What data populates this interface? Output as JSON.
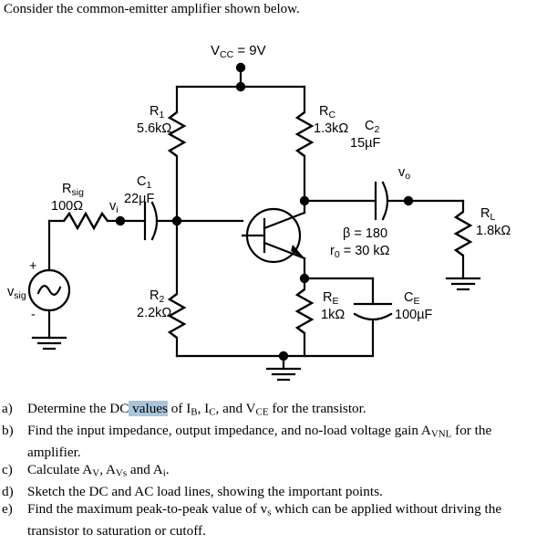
{
  "document": {
    "intro": "Consider the common-emitter amplifier shown below."
  },
  "circuit": {
    "title": "common-emitter amplifier schematic",
    "supply": {
      "name": "VCC",
      "label": "V",
      "sub": "CC",
      "value": "= 9V",
      "full": "VCC = 9V"
    },
    "components": [
      {
        "id": "R1",
        "name": "R",
        "sub": "1",
        "value": "5.6kΩ",
        "type": "resistor"
      },
      {
        "id": "R2",
        "name": "R",
        "sub": "2",
        "value": "2.2kΩ",
        "type": "resistor"
      },
      {
        "id": "RC",
        "name": "R",
        "sub": "C",
        "value": "1.3kΩ",
        "type": "resistor"
      },
      {
        "id": "RE",
        "name": "R",
        "sub": "E",
        "value": "1kΩ",
        "type": "resistor"
      },
      {
        "id": "RL",
        "name": "R",
        "sub": "L",
        "value": "1.8kΩ",
        "type": "resistor"
      },
      {
        "id": "Rsig",
        "name": "R",
        "sub": "sig",
        "value": "100Ω",
        "type": "resistor"
      },
      {
        "id": "C1",
        "name": "C",
        "sub": "1",
        "value": "22µF",
        "type": "capacitor"
      },
      {
        "id": "C2",
        "name": "C",
        "sub": "2",
        "value": "15µF",
        "type": "capacitor"
      },
      {
        "id": "CE",
        "name": "C",
        "sub": "E",
        "value": "100µF",
        "type": "capacitor"
      }
    ],
    "transistor": {
      "type": "npn",
      "beta_label": "β = 180",
      "ro_label_name": "r",
      "ro_label_sub": "0",
      "ro_label_value": "= 30 kΩ"
    },
    "nodes": [
      {
        "id": "vi",
        "name": "v",
        "sub": "i"
      },
      {
        "id": "vo",
        "name": "v",
        "sub": "o"
      },
      {
        "id": "vsig",
        "name": "v",
        "sub": "sig"
      }
    ],
    "source": {
      "name": "v",
      "sub": "sig",
      "plus": "+",
      "minus": "-",
      "symbol": "sine-source"
    }
  },
  "questions": [
    {
      "marker": "a)",
      "parts": [
        {
          "t": "Determine the DC",
          "sel": false
        },
        {
          "t": " values",
          "sel": true
        },
        {
          "t": " of I",
          "sel": false
        },
        {
          "t": "B",
          "sub": true
        },
        {
          "t": ", I",
          "sel": false
        },
        {
          "t": "C",
          "sub": true
        },
        {
          "t": ", and V",
          "sel": false
        },
        {
          "t": "CE",
          "sub": true
        },
        {
          "t": " for the transistor.",
          "sel": false
        }
      ],
      "plain": "Determine the DC values of IB, IC, and VCE for the transistor."
    },
    {
      "marker": "b)",
      "parts": [
        {
          "t": "Find the input impedance, output impedance, and no-load voltage gain A",
          "sel": false
        },
        {
          "t": "VNL",
          "sub": true
        },
        {
          "t": " for the amplifier.",
          "sel": false
        }
      ],
      "plain": "Find the input impedance, output impedance, and no-load voltage gain AVNL for the amplifier."
    },
    {
      "marker": "c)",
      "parts": [
        {
          "t": "Calculate A",
          "sel": false
        },
        {
          "t": "V",
          "sub": true
        },
        {
          "t": ", A",
          "sel": false
        },
        {
          "t": "Vs",
          "sub": true
        },
        {
          "t": " and A",
          "sel": false
        },
        {
          "t": "i",
          "sub": true
        },
        {
          "t": ".",
          "sel": false
        }
      ],
      "plain": "Calculate AV, AVs and Ai."
    },
    {
      "marker": "d)",
      "parts": [
        {
          "t": "Sketch the DC and AC load lines, showing the important points.",
          "sel": false
        }
      ],
      "plain": "Sketch the DC and AC load lines, showing the important points."
    },
    {
      "marker": "e)",
      "parts": [
        {
          "t": "Find the maximum peak-to-peak value of v",
          "sel": false
        },
        {
          "t": "s",
          "sub": true
        },
        {
          "t": " which can be applied without driving the transistor to saturation or cutoff.",
          "sel": false
        }
      ],
      "plain": "Find the maximum peak-to-peak value of vs which can be applied without driving the transistor to saturation or cutoff."
    }
  ],
  "colors": {
    "ink": "#000000",
    "selection": "#a9c5dd",
    "background": "#ffffff"
  }
}
